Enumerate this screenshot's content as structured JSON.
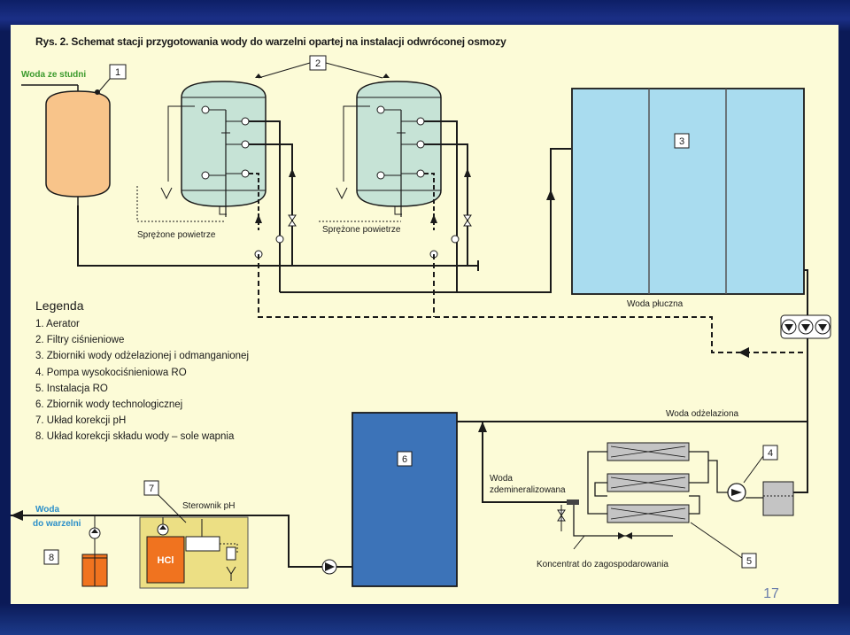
{
  "title": "Rys. 2. Schemat stacji przygotowania wody do warzelni opartej na instalacji odwróconej osmozy",
  "labels": {
    "water_source": "Woda ze studni",
    "compressed_air_1": "Sprężone powietrze",
    "compressed_air_2": "Sprężone powietrze",
    "rinse_water": "Woda płuczna",
    "deironed_water": "Woda odżelaziona",
    "demin_water_1": "Woda",
    "demin_water_2": "zdemineralizowana",
    "ph_controller": "Sterownik pH",
    "hcl": "HCl",
    "brewery_water_1": "Woda",
    "brewery_water_2": "do warzelni",
    "concentrate": "Koncentrat do zagospodarowania"
  },
  "numbers": {
    "n1": "1",
    "n2": "2",
    "n3": "3",
    "n4": "4",
    "n5": "5",
    "n6": "6",
    "n7": "7",
    "n8": "8"
  },
  "legend": {
    "heading": "Legenda",
    "items": [
      "1. Aerator",
      "2. Filtry ciśnieniowe",
      "3. Zbiorniki wody odżelazionej i odmanganionej",
      "4. Pompa wysokociśnieniowa RO",
      "5. Instalacja RO",
      "6. Zbiornik wody technologicznej",
      "7. Układ korekcji pH",
      "8. Układ korekcji składu wody – sole wapnia"
    ]
  },
  "page_number": "17",
  "colors": {
    "aerator": "#f8c48a",
    "filter": "#c6e3d6",
    "tanks": "#a9dcef",
    "tank6": "#3c73b8",
    "ph_box": "#ecdf84",
    "hcl": "#f0731f",
    "salt": "#f0731f",
    "green_label": "#3b9a2c",
    "blue_label": "#2b8fc9",
    "pipe": "#1a1a1a"
  }
}
